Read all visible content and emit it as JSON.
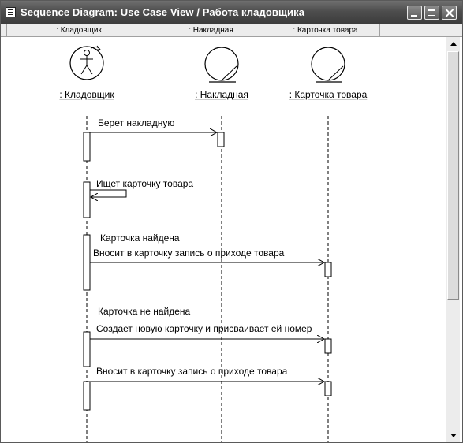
{
  "window": {
    "title": "Sequence Diagram: Use Case View / Работа кладовщика",
    "controls": [
      "minimize-icon",
      "maximize-icon",
      "close-icon"
    ]
  },
  "header_columns": [
    ": Кладовщик",
    ": Накладная",
    ": Карточка товара"
  ],
  "objects": [
    {
      "label": ": Кладовщик",
      "kind": "actor"
    },
    {
      "label": ": Накладная",
      "kind": "entity"
    },
    {
      "label": ": Карточка товара",
      "kind": "entity"
    }
  ],
  "messages": [
    {
      "text": "Берет накладную",
      "from": 0,
      "to": 1
    },
    {
      "text": "Ищет карточку товара",
      "from": 0,
      "to": 0
    },
    {
      "text": "Карточка найдена",
      "note": true
    },
    {
      "text": "Вносит в карточку запись о приходе товара",
      "from": 0,
      "to": 2
    },
    {
      "text": "Карточка не найдена",
      "note": true
    },
    {
      "text": "Создает новую карточку и присваивает ей номер",
      "from": 0,
      "to": 2
    },
    {
      "text": "Вносит в карточку запись о приходе товара",
      "from": 0,
      "to": 2
    }
  ]
}
